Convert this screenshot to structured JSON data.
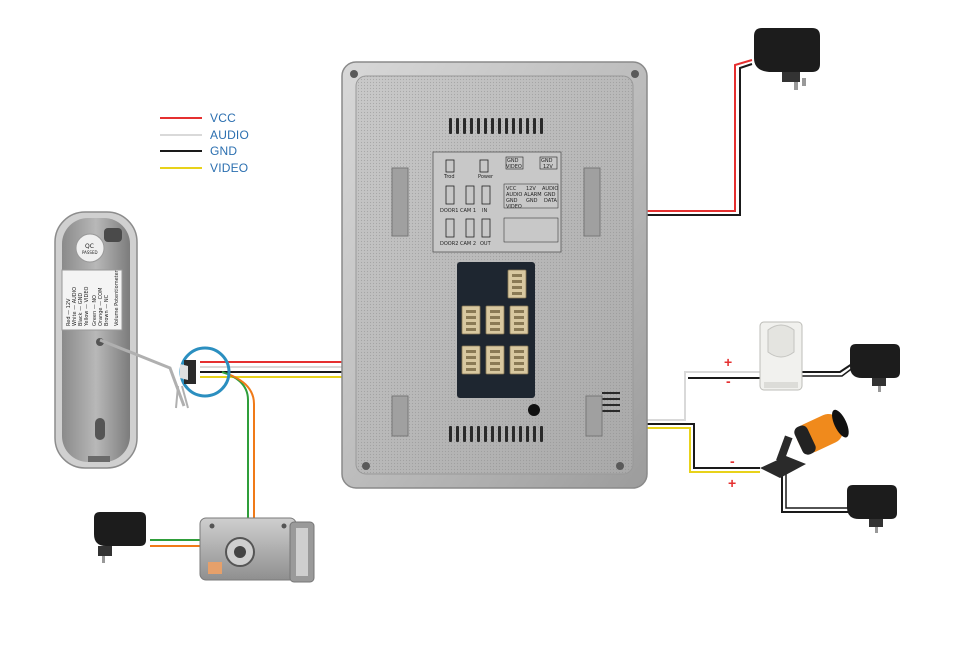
{
  "legend": {
    "items": [
      {
        "label": "VCC",
        "color": "#e53030"
      },
      {
        "label": "AUDIO",
        "color": "#d9d9d9"
      },
      {
        "label": "GND",
        "color": "#1a1a1a"
      },
      {
        "label": "VIDEO",
        "color": "#e8d21a"
      }
    ]
  },
  "monitor_labels": {
    "trod": "Trod",
    "power": "Power",
    "gnd_video": "GND VIDEO",
    "gnd_12v": "GND 12V",
    "door1": "DOOR1",
    "cam1": "CAM 1",
    "in": "IN",
    "door2": "DOOR2",
    "cam2": "CAM 2",
    "out": "OUT",
    "vcc": "VCC",
    "audio": "AUDIO",
    "gnd": "GND",
    "video": "VIDEO",
    "12v": "12V",
    "alarm": "ALARM",
    "data": "DATA"
  },
  "doorbell_labels": {
    "qc": "QC",
    "passed": "PASSED",
    "wiring": [
      "Red — 12V",
      "White — AUDIO",
      "Black — GND",
      "Yellow — VIDEO"
    ],
    "relay": [
      "Green — NO",
      "Orange — COM",
      "Brown — NC"
    ],
    "pot": "Volume Potentiometer"
  },
  "polarity": {
    "plus": "+",
    "minus": "-"
  },
  "colors": {
    "vcc": "#e53030",
    "audio": "#d9d9d9",
    "gnd": "#1a1a1a",
    "video": "#e8d21a",
    "green": "#2f9e3a",
    "orange": "#f07a18",
    "label_blue": "#2b6fb0"
  }
}
